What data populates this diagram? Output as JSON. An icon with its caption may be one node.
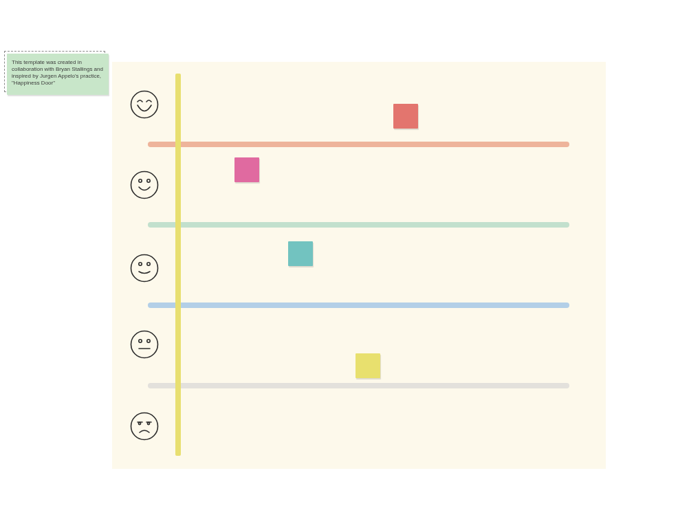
{
  "diagram": {
    "nodes": [
      {
        "text": [
          "This template was created in collaboration with Bryan Stallings and inspired by Jurgen Appelo's practice, \"Happiness Door\""
        ]
      },
      {
        "text": [],
        "shape": "box"
      },
      {
        "text": [],
        "shape": "box"
      },
      {
        "text": [],
        "shape": "box"
      },
      {
        "text": [],
        "shape": "box"
      }
    ]
  }
}
